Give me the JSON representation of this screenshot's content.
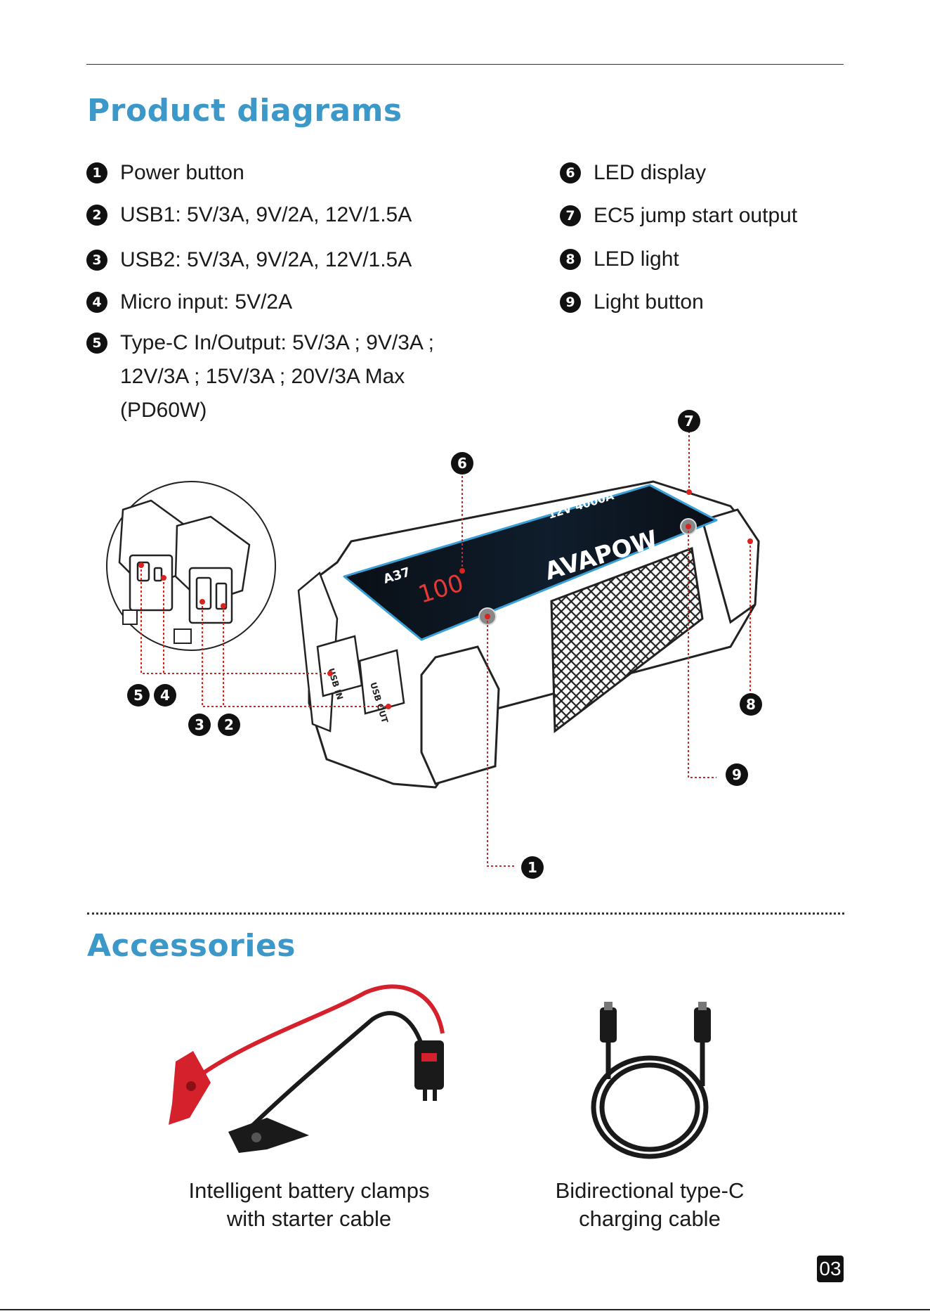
{
  "product_diagrams": {
    "heading": "Product diagrams",
    "items_left": [
      {
        "num": "1",
        "text": "Power button"
      },
      {
        "num": "2",
        "text": "USB1: 5V/3A, 9V/2A, 12V/1.5A"
      },
      {
        "num": "3",
        "text": "USB2: 5V/3A, 9V/2A, 12V/1.5A"
      },
      {
        "num": "4",
        "text": "Micro input: 5V/2A"
      },
      {
        "num": "5",
        "lines": [
          "Type-C In/Output: 5V/3A ; 9V/3A ;",
          "12V/3A ; 15V/3A ; 20V/3A Max",
          "(PD60W)"
        ]
      }
    ],
    "items_right": [
      {
        "num": "6",
        "text": "LED display"
      },
      {
        "num": "7",
        "text": "EC5 jump start output"
      },
      {
        "num": "8",
        "text": "LED light"
      },
      {
        "num": "9",
        "text": "Light button"
      }
    ]
  },
  "device": {
    "model": "A37",
    "brand": "AVAPOW",
    "spec": "12V 4000A",
    "display_reading": "100",
    "port_labels": {
      "usb_in": "USB IN",
      "usb_out": "USB OUT"
    },
    "callouts": [
      "6",
      "7",
      "8",
      "9",
      "1",
      "5",
      "4",
      "3",
      "2"
    ],
    "accent_color": "#d8231e",
    "screen_edge_color": "#3aa0d8"
  },
  "accessories": {
    "heading": "Accessories",
    "items": [
      {
        "lines": [
          "Intelligent battery clamps",
          "with starter cable"
        ],
        "icon": "battery-clamps-image"
      },
      {
        "lines": [
          "Bidirectional type-C",
          "charging cable"
        ],
        "icon": "usb-c-cable-image"
      }
    ]
  },
  "page_number": "03",
  "colors": {
    "heading": "#3b98c8",
    "callout_dots": "#d8231e"
  }
}
